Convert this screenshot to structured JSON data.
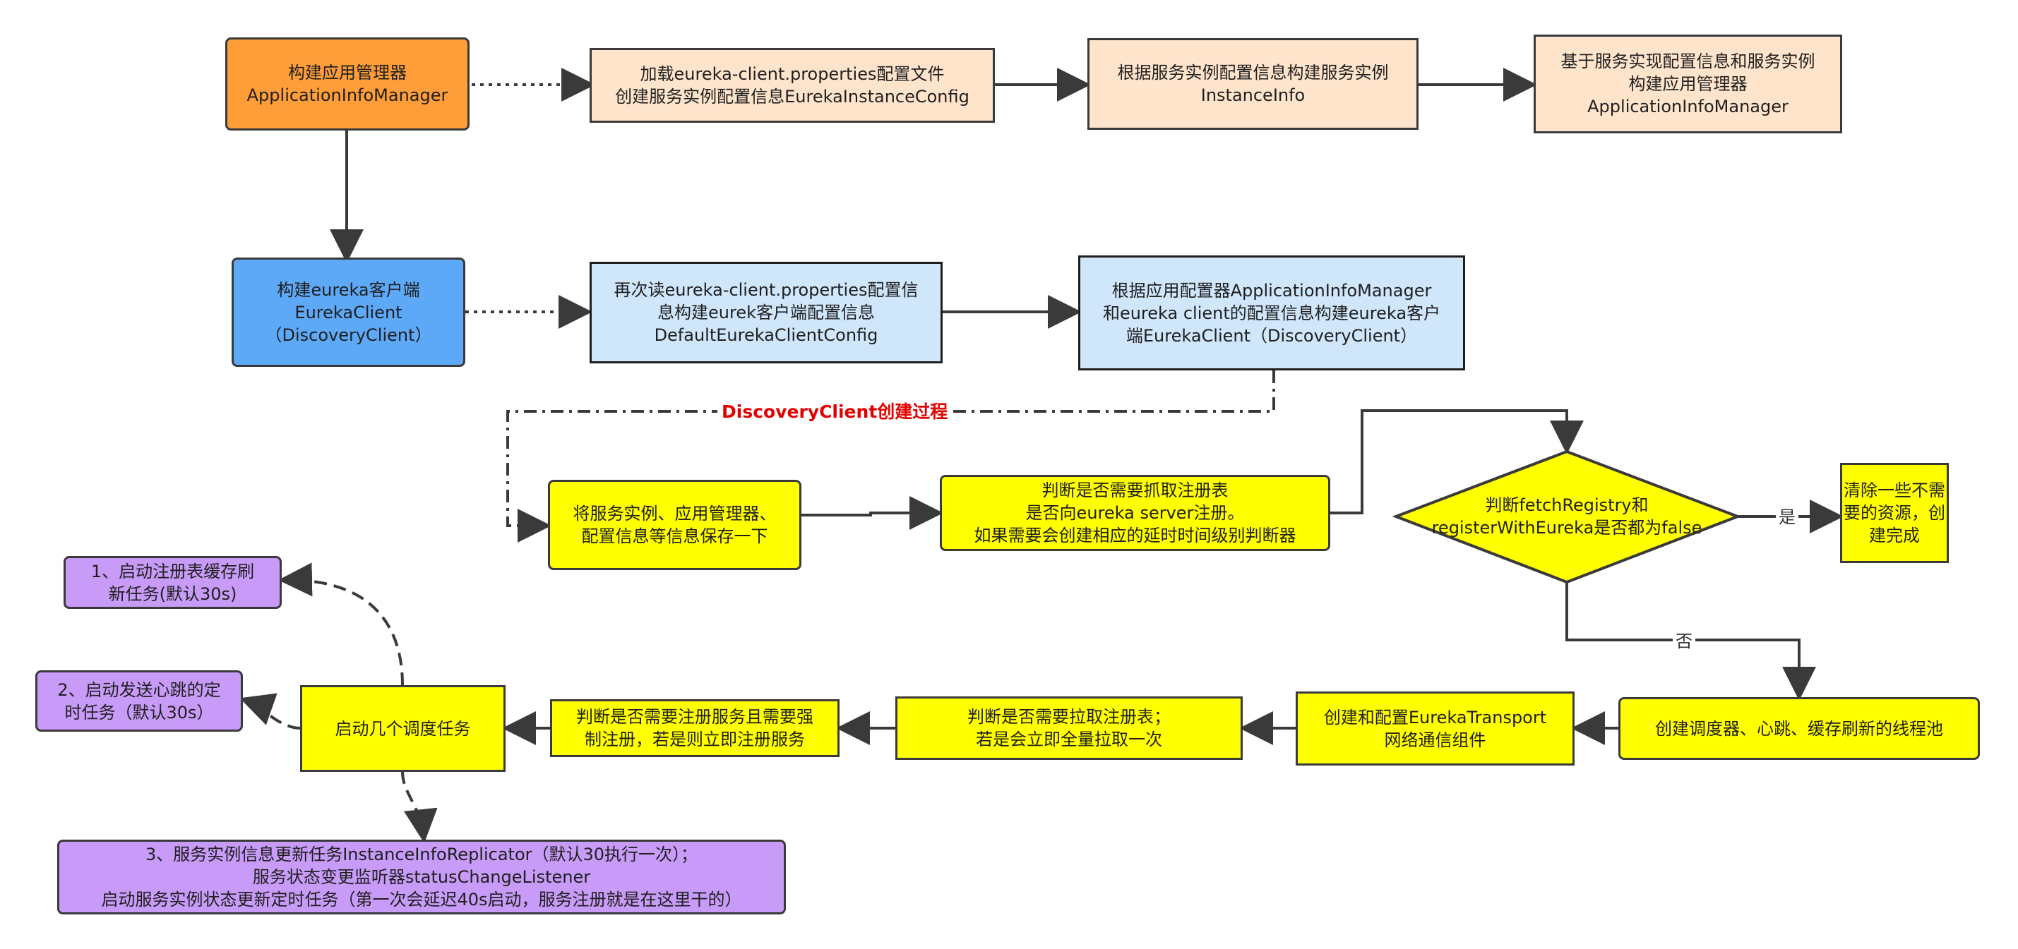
{
  "nodes": {
    "app_manager": "构建应用管理器\nApplicationInfoManager",
    "load_config": "加载eureka-client.properties配置文件\n创建服务实例配置信息EurekaInstanceConfig",
    "build_instance": "根据服务实例配置信息构建服务实例\nInstanceInfo",
    "build_manager": "基于服务实现配置信息和服务实例\n构建应用管理器\nApplicationInfoManager",
    "eureka_client": "构建eureka客户端\nEurekaClient\n（DiscoveryClient）",
    "reread_config": "再次读eureka-client.properties配置信\n息构建eurek客户端配置信息\nDefaultEurekaClientConfig",
    "build_client": "根据应用配置器ApplicationInfoManager\n和eureka client的配置信息构建eureka客户\n端EurekaClient（DiscoveryClient）",
    "save_info": "将服务实例、应用管理器、\n配置信息等信息保存一下",
    "judge_fetch": "判断是否需要抓取注册表\n是否向eureka server注册。\n如果需要会创建相应的延时时间级别判断器",
    "decision": "判断fetchRegistry和\nregisterWithEureka是否都为false",
    "clear_resources": "清除一些不需\n要的资源，创\n建完成",
    "create_pools": "创建调度器、心跳、缓存刷新的线程池",
    "create_transport": "创建和配置EurekaTransport\n网络通信组件",
    "judge_pull": "判断是否需要拉取注册表；\n若是会立即全量拉取一次",
    "judge_register": "判断是否需要注册服务且需要强\n制注册，若是则立即注册服务",
    "start_tasks": "启动几个调度任务",
    "task1": "1、启动注册表缓存刷\n新任务(默认30s)",
    "task2": "2、启动发送心跳的定\n时任务（默认30s）",
    "task3": "3、服务实例信息更新任务InstanceInfoReplicator（默认30执行一次）；\n服务状态变更监听器statusChangeListener\n启动服务实例状态更新定时任务（第一次会延迟40s启动，服务注册就是在这里干的）"
  },
  "labels": {
    "yes": "是",
    "no": "否",
    "process_title": "DiscoveryClient创建过程"
  },
  "colors": {
    "orange": "#ff9d38",
    "peach": "#ffe4cc",
    "blue": "#5ea9f7",
    "light_blue": "#cfe6fb",
    "yellow": "#ffff00",
    "purple": "#c79bf7",
    "title_red": "#e30000",
    "line": "#3a3a3a"
  }
}
